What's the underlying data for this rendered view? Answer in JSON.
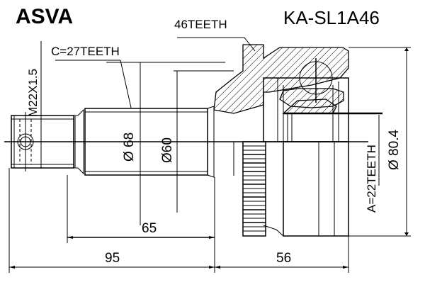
{
  "header": {
    "brand": "ASVA",
    "part_number": "KA-SL1A46"
  },
  "labels": {
    "abs_ring_teeth": "46TEETH",
    "outer_spline": "C=27TEETH",
    "inner_spline": "A=22TEETH",
    "thread": "M22X1.5"
  },
  "dimensions": {
    "dia_68": "Ø 68",
    "dia_60": "Ø60",
    "dia_80_4": "Ø 80.4",
    "len_65": "65",
    "len_95": "95",
    "len_56": "56"
  },
  "colors": {
    "line": "#000000",
    "background": "#ffffff"
  }
}
